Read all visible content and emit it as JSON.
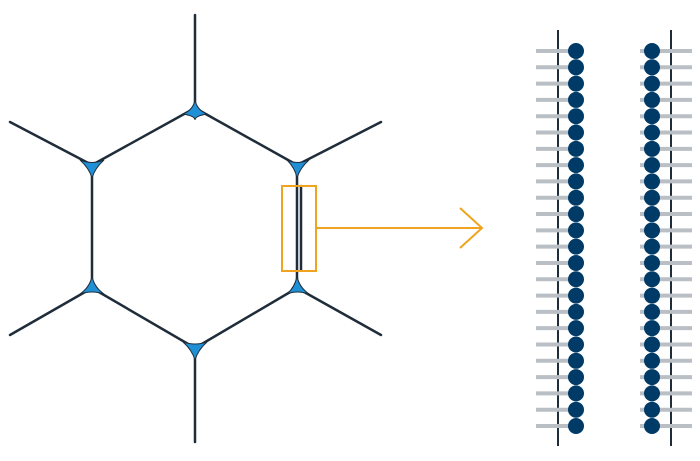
{
  "diagram": {
    "colors": {
      "edge": "#1f2d3a",
      "junction": "#1f8fd6",
      "highlight": "#f0a320",
      "bead": "#003a66",
      "tail": "#b9bfc4",
      "background": "#ffffff"
    },
    "parts": {
      "foam_network": "hexagonal-cell",
      "zoom_region": "film-between-cells",
      "zoom_arrow": "arrow-right-icon",
      "monolayers": [
        "left-monolayer",
        "right-monolayer"
      ]
    },
    "molecules_per_monolayer": 24
  }
}
